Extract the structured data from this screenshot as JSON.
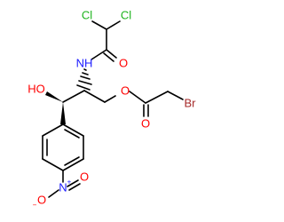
{
  "molecule": {
    "atoms": {
      "cl_left": "Cl",
      "cl_right": "Cl",
      "nh": "NH",
      "amide_o": "O",
      "ho": "HO",
      "ester_o": "O",
      "carbonyl_o": "O",
      "br": "Br",
      "nitro_n": "N",
      "nitro_o_top": "O",
      "nitro_o_bottom": "O",
      "nitro_n_charge": "+",
      "nitro_o_charge": "−"
    },
    "colors": {
      "bond": "#000000",
      "chlorine": "#1db31d",
      "nitrogen": "#1a1aff",
      "oxygen": "#ff0000",
      "bromine": "#a52a2a",
      "carbon": "#000000"
    }
  }
}
